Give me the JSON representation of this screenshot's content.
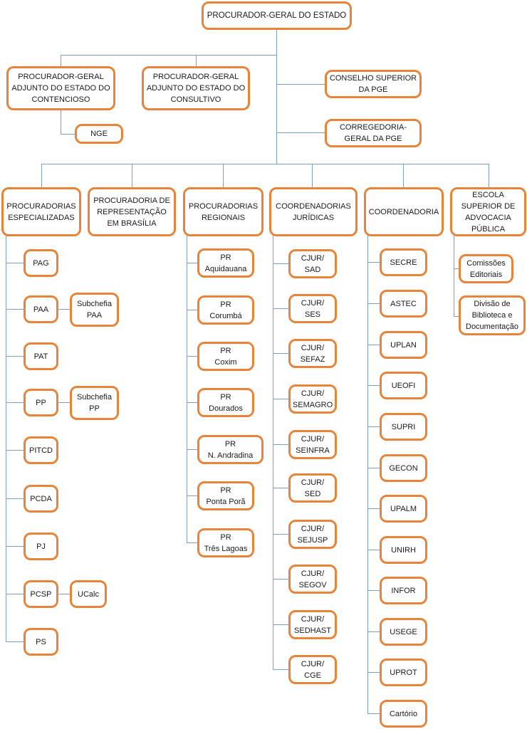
{
  "root": "PROCURADOR-GERAL DO ESTADO",
  "top_level": {
    "adj_contencioso": "PROCURADOR-GERAL\nADJUNTO DO ESTADO DO\nCONTENCIOSO",
    "nge": "NGE",
    "adj_consultivo": "PROCURADOR-GERAL\nADJUNTO DO ESTADO DO\nCONSULTIVO",
    "conselho": "CONSELHO SUPERIOR\nDA PGE",
    "corregedoria": "CORREGEDORIA-\nGERAL DA PGE"
  },
  "columns": {
    "especializadas": {
      "title": "PROCURADORIAS\nESPECIALIZADAS",
      "items": [
        "PAG",
        "PAA",
        "PAT",
        "PP",
        "PITCD",
        "PCDA",
        "PJ",
        "PCSP",
        "PS"
      ],
      "subs": {
        "paa": "Subchefia\nPAA",
        "pp": "Subchefia\nPP",
        "pcsp": "UCalc"
      }
    },
    "brasilia": {
      "title": "PROCURADORIA DE\nREPRESENTAÇÃO\nEM BRASÍLIA"
    },
    "regionais": {
      "title": "PROCURADORIAS\nREGIONAIS",
      "items": [
        "PR\nAquidauana",
        "PR\nCorumbá",
        "PR\nCoxim",
        "PR\nDourados",
        "PR\nN. Andradina",
        "PR\nPonta Porã",
        "PR\nTrês Lagoas"
      ]
    },
    "juridicas": {
      "title": "COORDENADORIAS\nJURÍDICAS",
      "items": [
        "CJUR/\nSAD",
        "CJUR/\nSES",
        "CJUR/\nSEFAZ",
        "CJUR/\nSEMAGRO",
        "CJUR/\nSEINFRA",
        "CJUR/\nSED",
        "CJUR/\nSEJUSP",
        "CJUR/\nSEGOV",
        "CJUR/\nSEDHAST",
        "CJUR/\nCGE"
      ]
    },
    "coordenadoria": {
      "title": "COORDENADORIA",
      "items": [
        "SECRE",
        "ASTEC",
        "UPLAN",
        "UEOFI",
        "SUPRI",
        "GECON",
        "UPALM",
        "UNIRH",
        "INFOR",
        "USEGE",
        "UPROT",
        "Cartório"
      ]
    },
    "escola": {
      "title": "ESCOLA\nSUPERIOR DE\nADVOCACIA\nPÚBLICA",
      "items": [
        "Comissões\nEditoriais",
        "Divisão de\nBiblioteca e\nDocumentação"
      ]
    }
  },
  "colors": {
    "border": "#e8833a",
    "connector": "#7aa0c4"
  }
}
